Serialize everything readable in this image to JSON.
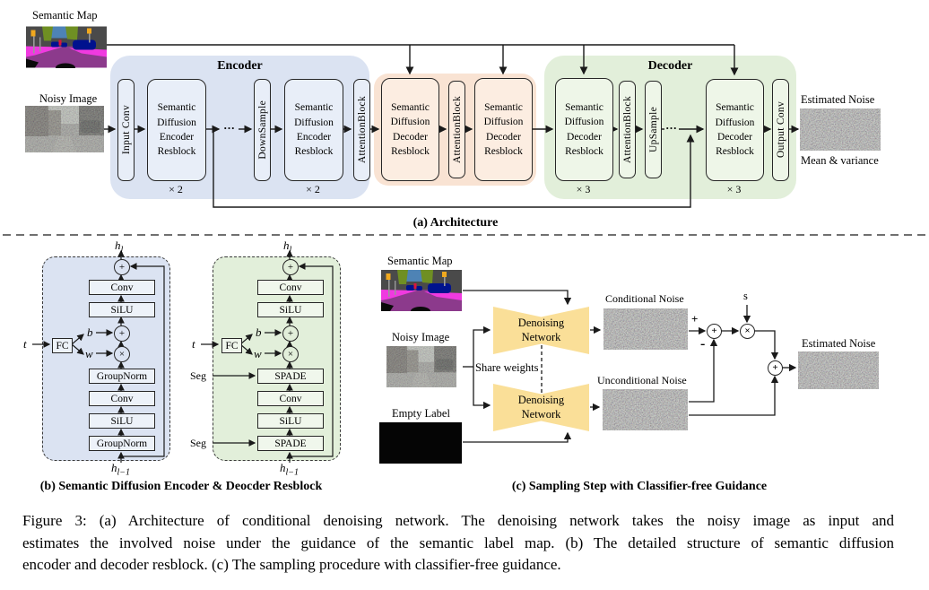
{
  "colors": {
    "encoder_region_bg": "#dbe3f2",
    "encoder_block_bg": "#e8eef8",
    "middle_region_bg": "#f9e3d3",
    "middle_block_bg": "#fcede1",
    "decoder_region_bg": "#e2efda",
    "decoder_block_bg": "#eef6e8",
    "network_yellow": "#fadf98",
    "line_color": "#1a1a1a",
    "noise_gray": "#8a8b84"
  },
  "architecture": {
    "caption": "(a) Architecture",
    "semantic_map_label": "Semantic Map",
    "noisy_image_label": "Noisy Image",
    "estimated_noise_label": "Estimated Noise",
    "mean_variance_label": "Mean & variance",
    "encoder": {
      "title": "Encoder",
      "input_conv": "Input Conv",
      "resblock1": "Semantic\nDiffusion\nEncoder\nResblock",
      "resblock1_mult": "× 2",
      "dots": "...",
      "downsample": "DownSample",
      "resblock2": "Semantic\nDiffusion\nEncoder\nResblock",
      "resblock2_mult": "× 2",
      "attention": "AttentionBlock"
    },
    "middle": {
      "resblock1": "Semantic\nDiffusion\nDecoder\nResblock",
      "attention": "AttentionBlock",
      "resblock2": "Semantic\nDiffusion\nDecoder\nResblock"
    },
    "decoder": {
      "title": "Decoder",
      "resblock1": "Semantic\nDiffusion\nDecoder\nResblock",
      "resblock1_mult": "× 3",
      "attention": "AttentionBlock",
      "upsample": "UpSample",
      "dots": "...",
      "resblock2": "Semantic\nDiffusion\nDecoder\nResblock",
      "resblock2_mult": "× 3",
      "output_conv": "Output Conv"
    }
  },
  "resblocks": {
    "caption": "(b) Semantic Diffusion Encoder & Deocder Resblock",
    "encoder_panel": {
      "output_base": "h",
      "output_sub": "l",
      "input_base": "h",
      "input_sub": "l−1",
      "time": "t",
      "fc": "FC",
      "bias": "b",
      "weight": "w",
      "skip_plus": "+",
      "plus": "+",
      "times": "×",
      "top_boxes": [
        "Conv",
        "SiLU"
      ],
      "bottom_boxes": [
        "GroupNorm",
        "Conv",
        "SiLU",
        "GroupNorm"
      ]
    },
    "decoder_panel": {
      "output_base": "h",
      "output_sub": "l",
      "input_base": "h",
      "input_sub": "l−1",
      "time": "t",
      "fc": "FC",
      "bias": "b",
      "weight": "w",
      "seg1": "Seg",
      "seg2": "Seg",
      "skip_plus": "+",
      "plus": "+",
      "times": "×",
      "top_boxes": [
        "Conv",
        "SiLU"
      ],
      "bottom_boxes": [
        "SPADE",
        "Conv",
        "SiLU",
        "SPADE"
      ]
    }
  },
  "sampling": {
    "caption": "(c) Sampling Step with Classifier-free Guidance",
    "semantic_map_label": "Semantic Map",
    "noisy_image_label": "Noisy Image",
    "empty_label_label": "Empty Label",
    "denoising_network_top": "Denoising\nNetwork",
    "denoising_network_bottom": "Denoising\nNetwork",
    "share_weights": "Share weights",
    "conditional_noise_label": "Conditional Noise",
    "unconditional_noise_label": "Unconditional Noise",
    "estimated_noise_label": "Estimated Noise",
    "guidance_scale": "s",
    "plus_sign": "+",
    "minus_sign": "-",
    "op_add1": "+",
    "op_mul": "×",
    "op_add2": "+"
  },
  "figure_caption": {
    "line1": "Figure 3: (a) Architecture of conditional denoising network.  The denoising network takes the noisy image as input and",
    "line2": "estimates the involved noise under the guidance of the semantic label map. (b) The detailed structure of semantic diffusion",
    "line3": "encoder and decoder resblock. (c) The sampling procedure with classifier-free guidance."
  }
}
